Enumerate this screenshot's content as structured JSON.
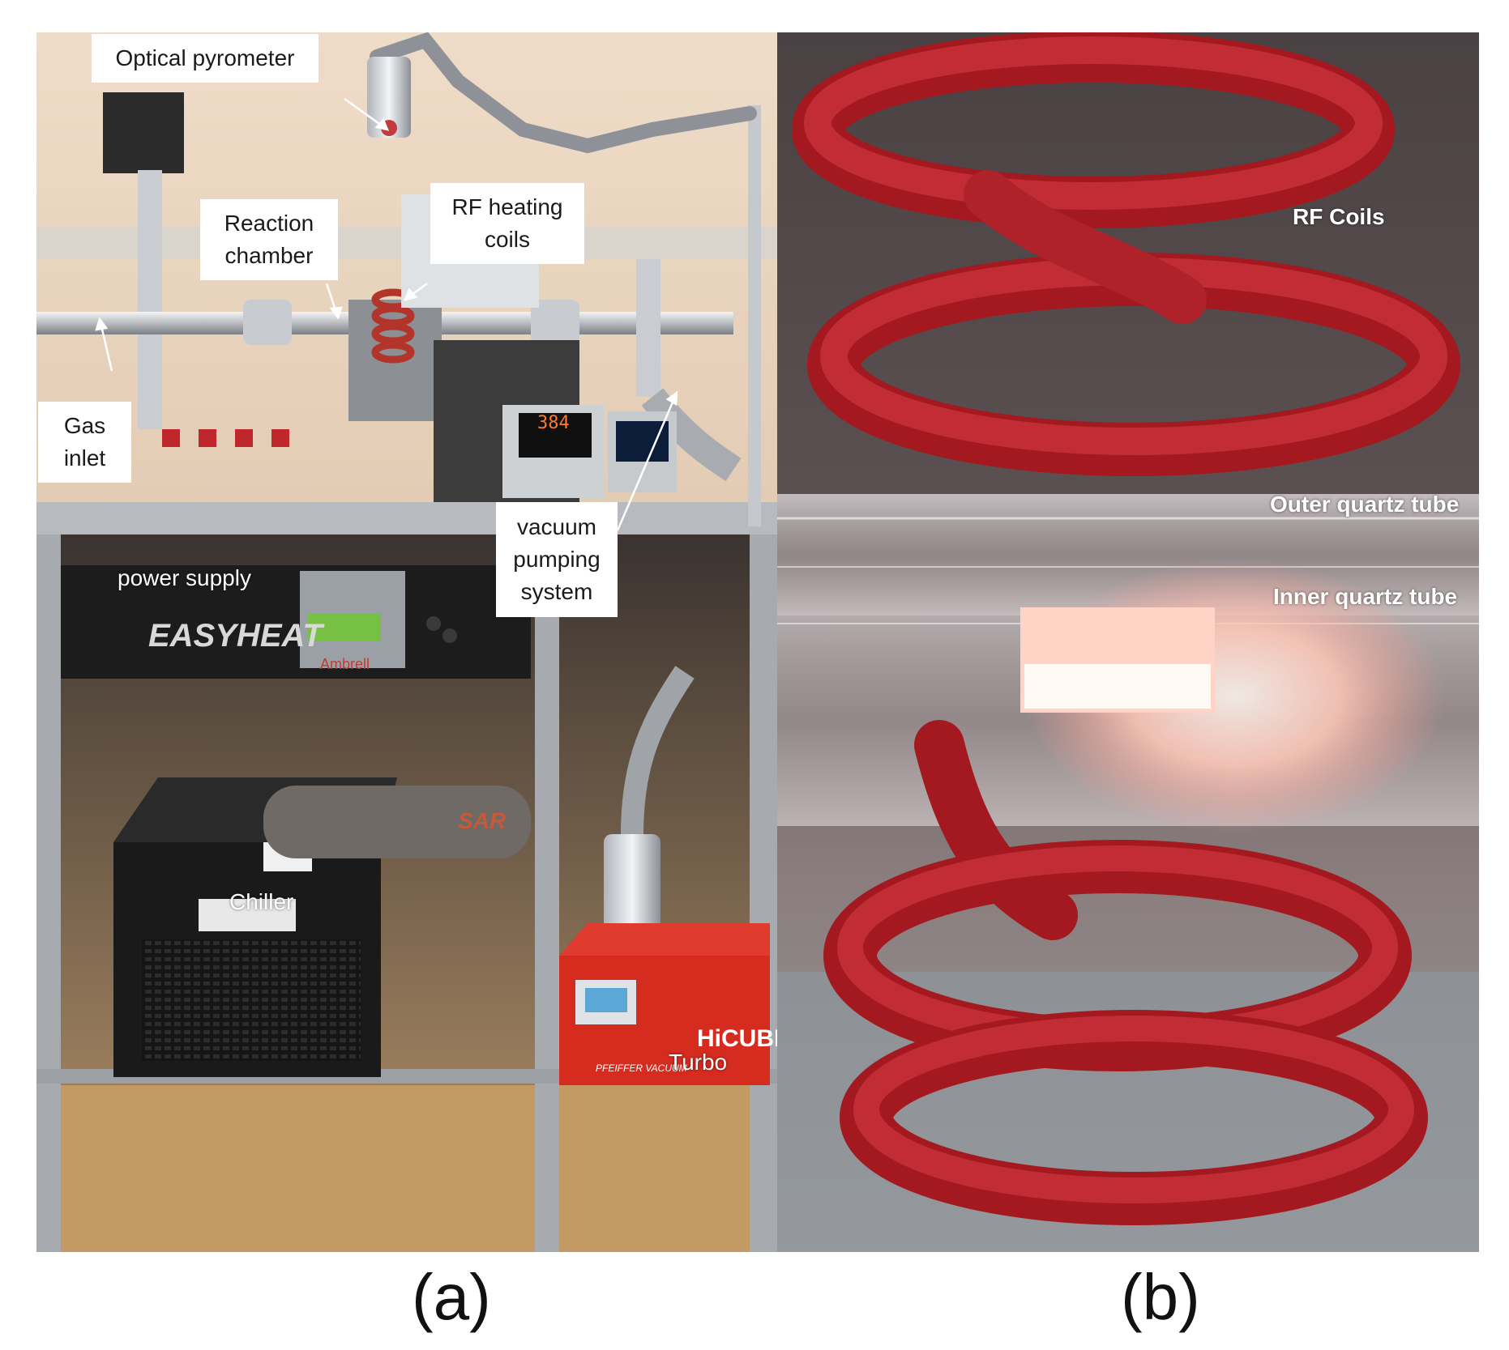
{
  "panel_a": {
    "callouts": {
      "optical_pyrometer": "Optical pyrometer",
      "reaction_chamber": "Reaction\nchamber",
      "rf_heating_coils": "RF heating\ncoils",
      "gas_inlet": "Gas\ninlet",
      "vacuum_pumping_system": "vacuum\npumping\nsystem"
    },
    "overlay_labels": {
      "power_supply": "power supply",
      "chiller": "Chiller",
      "turbo": "Turbo"
    },
    "equipment_text": {
      "easyheat": "EASYHEAT",
      "ambrell": "Ambrell",
      "hicube": "HiCUBE",
      "controller_reading": "384",
      "pfeiffer": "PFEIFFER VACUUM",
      "sar": "SAR"
    },
    "caption": "(a)"
  },
  "panel_b": {
    "overlay_labels": {
      "rf_coils": "RF Coils",
      "outer_quartz_tube": "Outer quartz tube",
      "inner_quartz_tube": "Inner quartz tube"
    },
    "caption": "(b)"
  },
  "colors": {
    "wall": "#eddac6",
    "frame": "#b0b4b8",
    "rack_black": "#1c1c1c",
    "turbo_red": "#d62b1f",
    "coil_red": "#c1272d",
    "glow": "#ffe8e0",
    "callout_bg": "#ffffff"
  },
  "icons": [
    "arrow-pointer-icon"
  ]
}
